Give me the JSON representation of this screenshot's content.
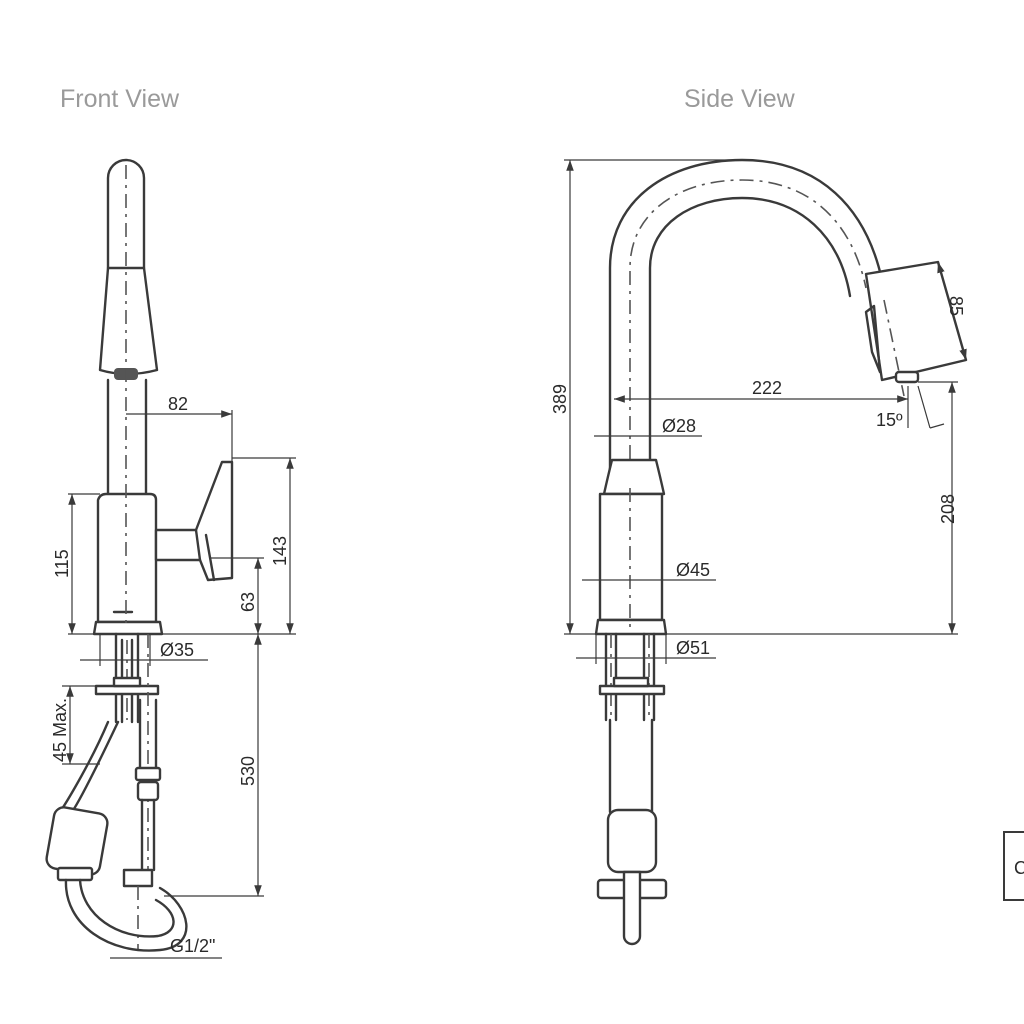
{
  "views": {
    "front": {
      "title": "Front View",
      "dims": {
        "spout_reach": "82",
        "body_height": "115",
        "lever_height": "143",
        "lever_base_height": "63",
        "body_diameter": "Ø35",
        "counter_thickness": "45 Max.",
        "hose_length": "530",
        "thread": "G1/2\""
      }
    },
    "side": {
      "title": "Side View",
      "dims": {
        "total_height": "389",
        "spout_reach": "222",
        "spout_diameter": "Ø28",
        "spray_tilt": "15º",
        "spray_head_length": "85",
        "outlet_height": "208",
        "body_diameter": "Ø45",
        "base_diameter": "Ø51"
      }
    }
  },
  "cutoff_label": "C"
}
